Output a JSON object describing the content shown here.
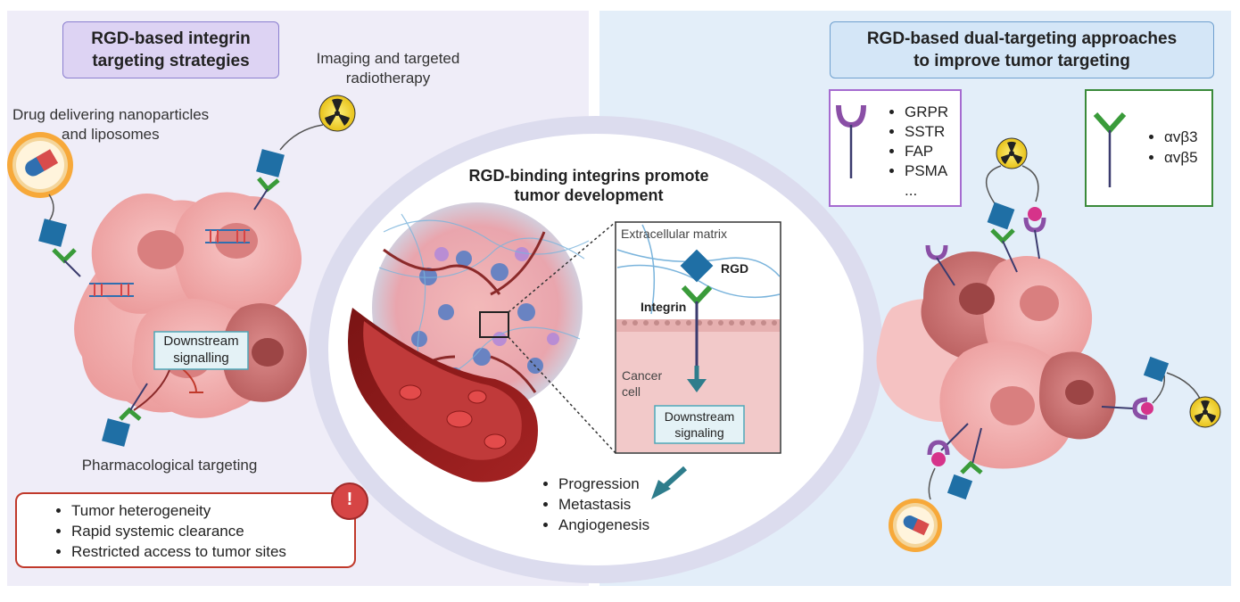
{
  "left_panel": {
    "title_line1": "RGD-based integrin",
    "title_line2": "targeting strategies",
    "imaging_line1": "Imaging and targeted",
    "imaging_line2": "radiotherapy",
    "drug_line1": "Drug delivering nanoparticles",
    "drug_line2": "and liposomes",
    "downstream_line1": "Downstream",
    "downstream_line2": "signalling",
    "pharma_label": "Pharmacological targeting",
    "limitations": [
      "Tumor heterogeneity",
      "Rapid systemic clearance",
      "Restricted access to tumor sites"
    ],
    "warning_symbol": "!"
  },
  "center_panel": {
    "title_line1": "RGD-binding integrins promote",
    "title_line2": "tumor development",
    "ecm_label": "Extracellular matrix",
    "rgd_label": "RGD",
    "integrin_label": "Integrin",
    "cancer_line1": "Cancer",
    "cancer_line2": "cell",
    "downstream_line1": "Downstream",
    "downstream_line2": "signaling",
    "outcomes": [
      "Progression",
      "Metastasis",
      "Angiogenesis"
    ]
  },
  "right_panel": {
    "title_line1": "RGD-based dual-targeting approaches",
    "title_line2": "to improve tumor targeting",
    "receptors": [
      "GRPR",
      "SSTR",
      "FAP",
      "PSMA",
      "..."
    ],
    "integrins": [
      "αvβ3",
      "αvβ5"
    ]
  },
  "colors": {
    "left_bg": "#efedf8",
    "right_bg": "#e3eef9",
    "left_title_bg": "#ddd3f3",
    "left_title_border": "#8b7fcf",
    "right_title_bg": "#d4e6f7",
    "right_title_border": "#6fa0cf",
    "cell_pink": "#f2a3a3",
    "cell_dark": "#c96a6a",
    "ligand_blue": "#1f6fa5",
    "integrin_green": "#3a9b3a",
    "receptor_purple": "#8a4fa6",
    "warning_red": "#c0392b"
  }
}
